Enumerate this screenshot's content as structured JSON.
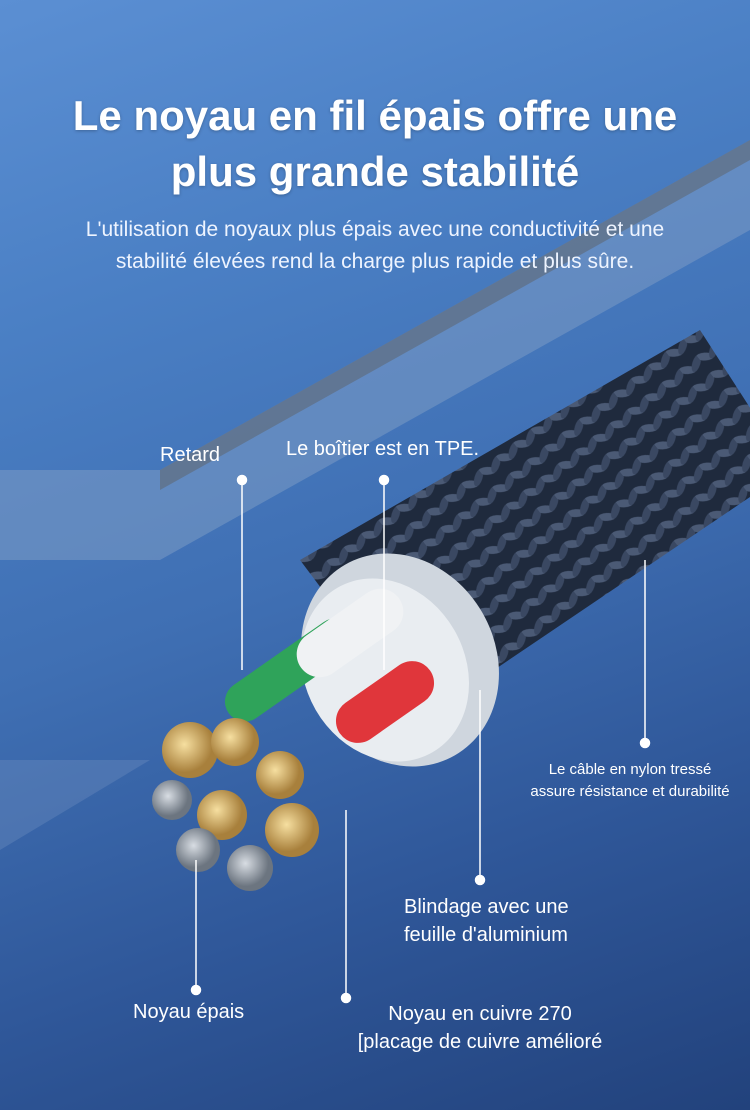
{
  "headline": {
    "title_line1": "Le noyau en fil épais offre une",
    "title_line2": "plus grande stabilité",
    "subtitle_line1": "L'utilisation de noyaux plus épais avec une conductivité et une",
    "subtitle_line2": "stabilité élevées rend la charge plus rapide et plus sûre."
  },
  "callouts": {
    "retard": "Retard",
    "housing": "Le boîtier est en TPE.",
    "nylon_line1": "Le câble en nylon tressé",
    "nylon_line2": "assure résistance et durabilité",
    "shield_line1": "Blindage avec une",
    "shield_line2": "feuille d'aluminium",
    "thick_core": "Noyau épais",
    "copper_line1": "Noyau en cuivre 270",
    "copper_line2": "[placage de cuivre amélioré"
  },
  "colors": {
    "wire_green": "#2fa35a",
    "wire_red": "#e0363b",
    "wire_white": "#e8ecef",
    "copper": "#d9b36a",
    "braid": "#2a3448"
  }
}
